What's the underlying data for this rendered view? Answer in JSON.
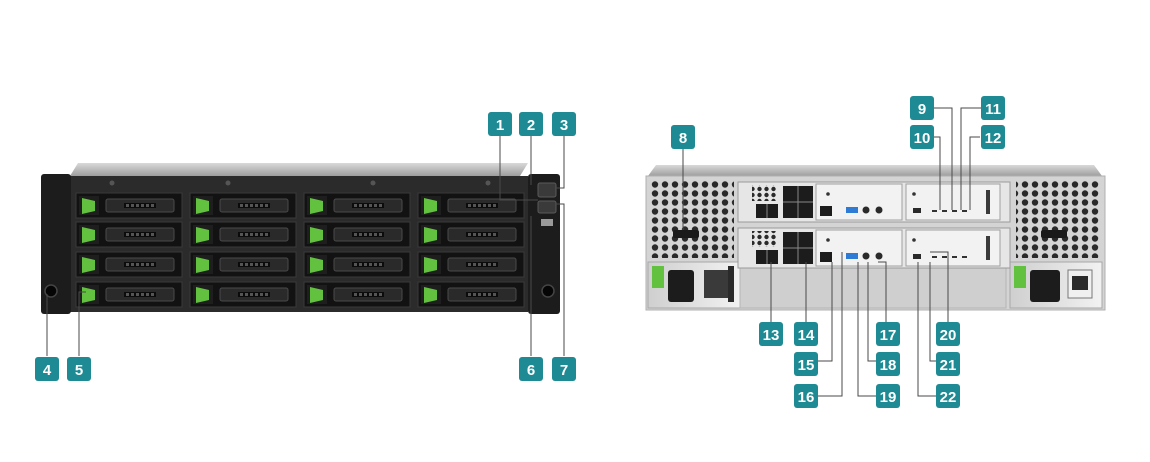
{
  "callouts": [
    "1",
    "2",
    "3",
    "4",
    "5",
    "6",
    "7",
    "8",
    "9",
    "10",
    "11",
    "12",
    "13",
    "14",
    "15",
    "16",
    "17",
    "18",
    "19",
    "20",
    "21",
    "22"
  ],
  "colors": {
    "callout_bg": "#1e8a93",
    "drive_latch": "#62c13e",
    "chassis_dark": "#1f1f1f",
    "chassis_light": "#e4e4e4"
  },
  "views": [
    "front-view",
    "rear-view"
  ]
}
